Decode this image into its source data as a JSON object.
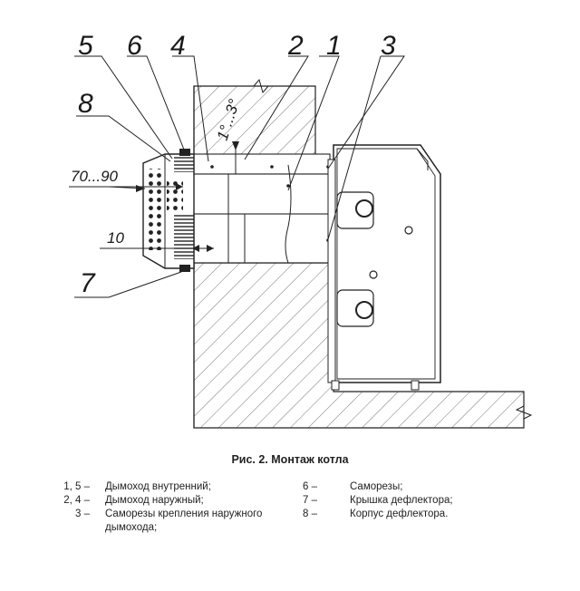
{
  "callouts": {
    "c1": "1",
    "c2": "2",
    "c3": "3",
    "c4": "4",
    "c5": "5",
    "c6": "6",
    "c7": "7",
    "c8": "8"
  },
  "dimensions": {
    "angle": "1°...3°",
    "gap": "70...90",
    "depth": "10"
  },
  "caption": "Рис. 2. Монтаж котла",
  "legend": {
    "left": [
      {
        "key": "1, 5 –",
        "text": "Дымоход внутренний;"
      },
      {
        "key": "2, 4 –",
        "text": "Дымоход наружный;"
      },
      {
        "key": "3 –",
        "text": "Саморезы крепления наружного дымохода;"
      }
    ],
    "right": [
      {
        "key": "6 –",
        "text": "Саморезы;"
      },
      {
        "key": "7 –",
        "text": "Крышка дефлектора;"
      },
      {
        "key": "8 –",
        "text": "Корпус дефлектора."
      }
    ]
  }
}
